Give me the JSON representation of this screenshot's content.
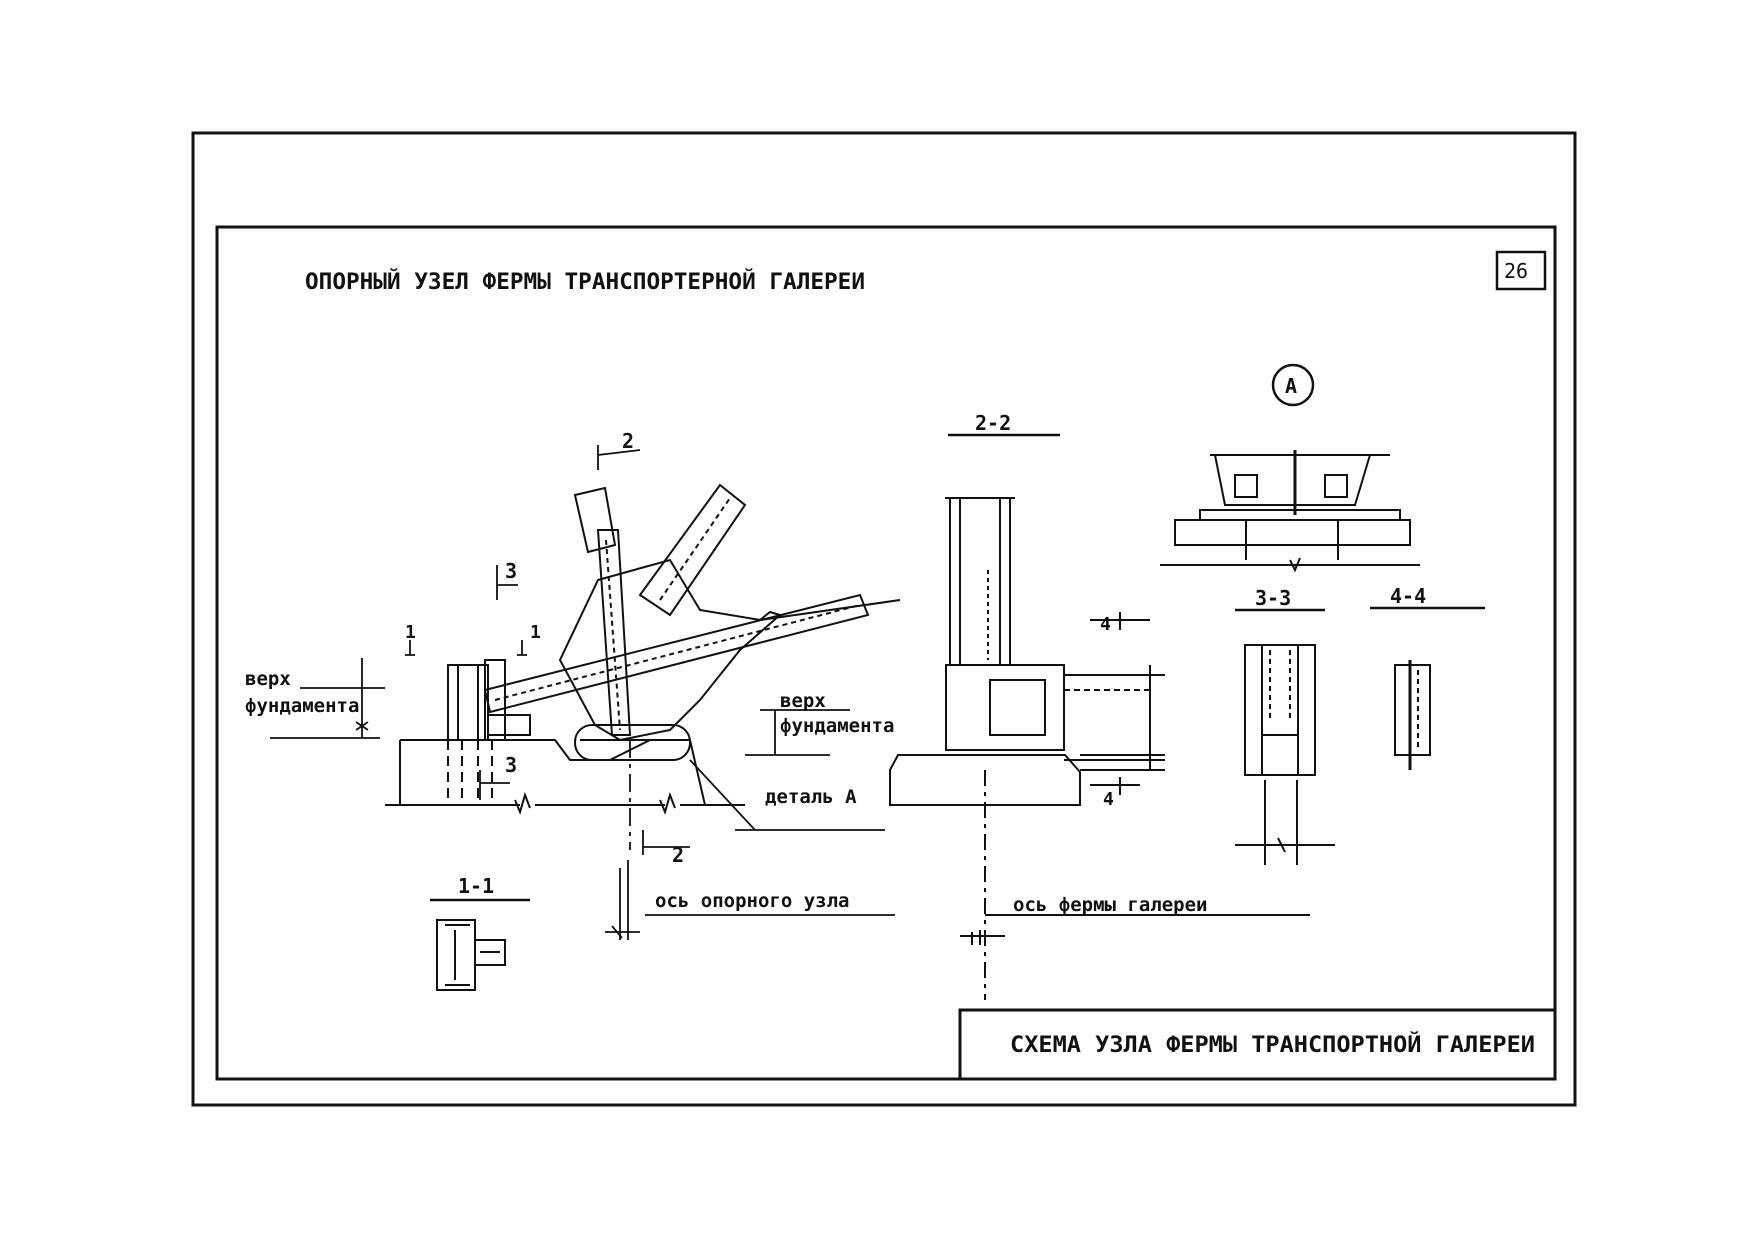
{
  "sheet": {
    "title": "ОПОРНЫЙ УЗЕЛ ФЕРМЫ ТРАНСПОРТЕРНОЙ ГАЛЕРЕИ",
    "page_number": "26",
    "stamp_title": "СХЕМА УЗЛА ФЕРМЫ ТРАНСПОРТНОЙ ГАЛЕРЕИ"
  },
  "labels": {
    "top_of_foundation_1": "верх",
    "top_of_foundation_2": "фундамента",
    "detail_a": "деталь А",
    "support_node_axis": "ось опорного узла",
    "gallery_truss_axis": "ось фермы галереи",
    "detail_marker": "А"
  },
  "sections": {
    "s1": "1",
    "s2": "2",
    "s3": "3",
    "s4": "4",
    "sec_1_1": "1-1",
    "sec_2_2": "2-2",
    "sec_3_3": "3-3",
    "sec_4_4": "4-4"
  }
}
